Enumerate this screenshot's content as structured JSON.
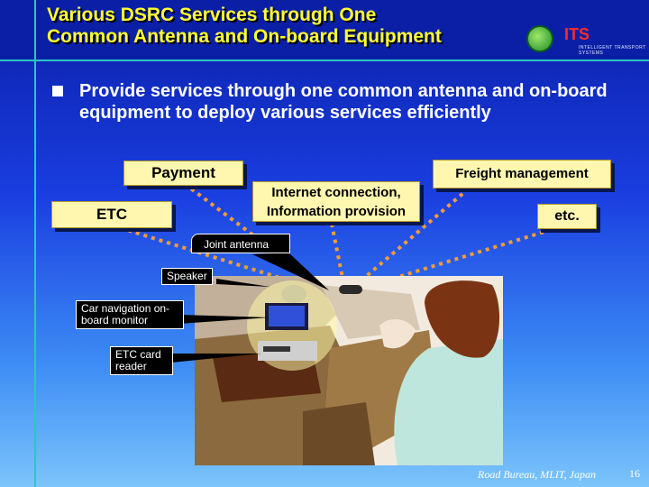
{
  "title": "Various DSRC Services through One\nCommon Antenna and On-board Equipment",
  "logo": {
    "text": "ITS",
    "subtitle": "INTELLIGENT TRANSPORT SYSTEMS"
  },
  "bullet": "Provide services through one common antenna and on-board equipment to deploy various services efficiently",
  "services": {
    "payment": "Payment",
    "freight": "Freight management",
    "etc_toll": "ETC",
    "internet": "Internet connection, Information provision",
    "others": "etc."
  },
  "callouts": {
    "antenna": "Joint antenna",
    "speaker": "Speaker",
    "nav": "Car navigation on-board monitor",
    "card": "ETC card reader"
  },
  "footer": {
    "credit": "Road Bureau, MLIT, Japan",
    "page": "16"
  },
  "colors": {
    "title": "#ffff33",
    "header_bg": "#0a1fa6",
    "accent_rule": "#2cc6c2",
    "label_bg": "#fff7b0",
    "dots": "#f29b3a"
  }
}
